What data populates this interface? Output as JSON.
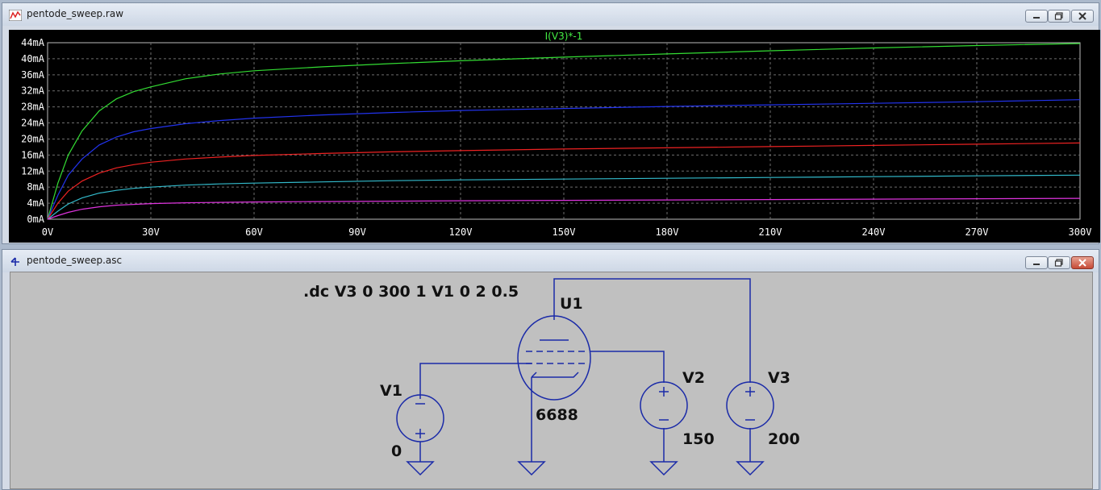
{
  "waveform_window": {
    "title": "pentode_sweep.raw",
    "trace_label": "I(V3)*-1",
    "controls": {
      "minimize": "minimize",
      "maximize": "maximize",
      "close": "close"
    }
  },
  "schematic_window": {
    "title": "pentode_sweep.asc",
    "directive": ".dc V3 0 300 1 V1 0 2 0.5",
    "tube": {
      "name": "U1",
      "value": "6688"
    },
    "sources": [
      {
        "name": "V1",
        "value": "0"
      },
      {
        "name": "V2",
        "value": "150"
      },
      {
        "name": "V3",
        "value": "200"
      }
    ]
  },
  "colors": {
    "plot_bg": "#000000",
    "grid": "#6e6e6e",
    "axis_text": "#ffffff",
    "wire": "#1a2aa8",
    "schematic_bg": "#c0c0c0"
  },
  "chart_data": {
    "type": "line",
    "title": "I(V3)*-1",
    "xlabel": "",
    "ylabel": "",
    "xlim": [
      0,
      300
    ],
    "ylim": [
      0,
      44
    ],
    "x_ticks": [
      "0V",
      "30V",
      "60V",
      "90V",
      "120V",
      "150V",
      "180V",
      "210V",
      "240V",
      "270V",
      "300V"
    ],
    "y_ticks": [
      "0mA",
      "4mA",
      "8mA",
      "12mA",
      "16mA",
      "20mA",
      "24mA",
      "28mA",
      "32mA",
      "36mA",
      "40mA",
      "44mA"
    ],
    "grid": true,
    "x": [
      0,
      3,
      6,
      10,
      15,
      20,
      25,
      30,
      40,
      50,
      60,
      80,
      100,
      120,
      150,
      180,
      210,
      240,
      270,
      300
    ],
    "series": [
      {
        "color": "#33dd33",
        "values": [
          0,
          9,
          16,
          22,
          27,
          30,
          31.8,
          33,
          35,
          36.2,
          37,
          38,
          38.8,
          39.5,
          40.4,
          41.2,
          42,
          42.7,
          43.3,
          43.8
        ]
      },
      {
        "color": "#2233ee",
        "values": [
          0,
          6,
          11,
          15,
          18.5,
          20.5,
          21.8,
          22.6,
          23.8,
          24.6,
          25.2,
          26,
          26.6,
          27.1,
          27.6,
          28.1,
          28.5,
          28.9,
          29.3,
          29.8
        ]
      },
      {
        "color": "#ee2222",
        "values": [
          0,
          4,
          7,
          9.5,
          11.5,
          12.8,
          13.6,
          14.2,
          15,
          15.5,
          15.9,
          16.4,
          16.8,
          17.1,
          17.5,
          17.8,
          18.1,
          18.4,
          18.7,
          19
        ]
      },
      {
        "color": "#33bbcc",
        "values": [
          0,
          2,
          3.8,
          5.3,
          6.5,
          7.2,
          7.7,
          8,
          8.5,
          8.8,
          9,
          9.3,
          9.6,
          9.8,
          10,
          10.2,
          10.4,
          10.6,
          10.8,
          11
        ]
      },
      {
        "color": "#dd33dd",
        "values": [
          0,
          0.9,
          1.7,
          2.5,
          3.1,
          3.5,
          3.7,
          3.9,
          4.1,
          4.2,
          4.3,
          4.4,
          4.5,
          4.6,
          4.7,
          4.8,
          4.9,
          5,
          5.1,
          5.2
        ]
      }
    ]
  }
}
